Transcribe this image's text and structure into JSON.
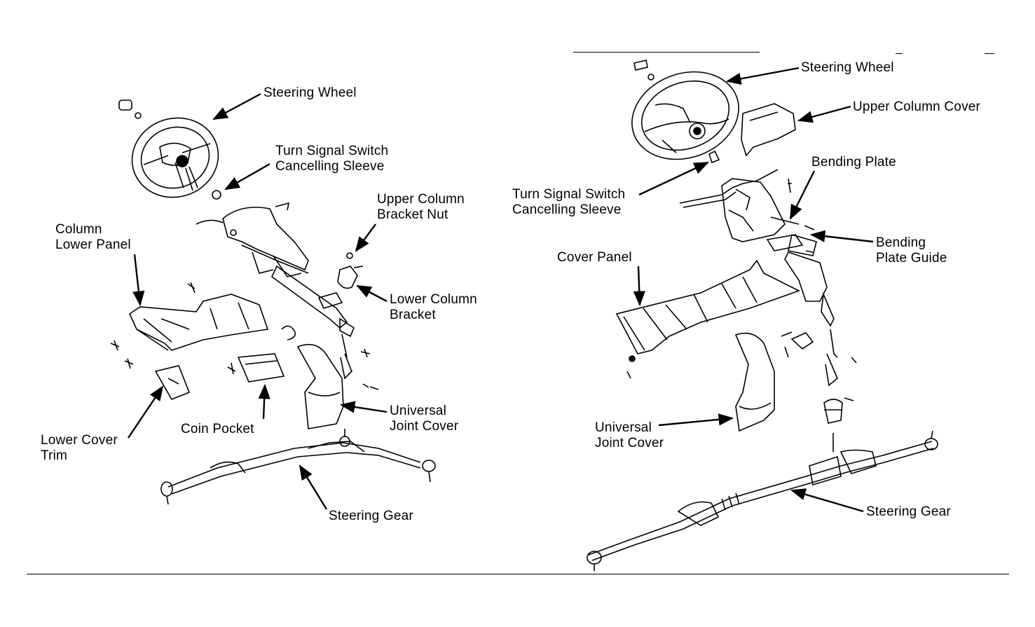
{
  "colors": {
    "ink": "#000000",
    "paper": "#ffffff"
  },
  "left_diagram": {
    "labels": {
      "steering_wheel": "Steering Wheel",
      "tss_line1": "Turn Signal Switch",
      "tss_line2": "Cancelling Sleeve",
      "ucbn_line1": "Upper Column",
      "ucbn_line2": "Bracket Nut",
      "clp_line1": "Column",
      "clp_line2": "Lower Panel",
      "lcb_line1": "Lower Column",
      "lcb_line2": "Bracket",
      "ujc_line1": "Universal",
      "ujc_line2": "Joint Cover",
      "coin_pocket": "Coin Pocket",
      "lct_line1": "Lower Cover",
      "lct_line2": "Trim",
      "steering_gear": "Steering Gear"
    }
  },
  "right_diagram": {
    "labels": {
      "steering_wheel": "Steering Wheel",
      "upper_column_cover": "Upper Column Cover",
      "bending_plate": "Bending Plate",
      "tss_line1": "Turn Signal Switch",
      "tss_line2": "Cancelling Sleeve",
      "bpg_line1": "Bending",
      "bpg_line2": "Plate Guide",
      "cover_panel": "Cover Panel",
      "ujc_line1": "Universal",
      "ujc_line2": "Joint Cover",
      "steering_gear": "Steering Gear"
    }
  }
}
